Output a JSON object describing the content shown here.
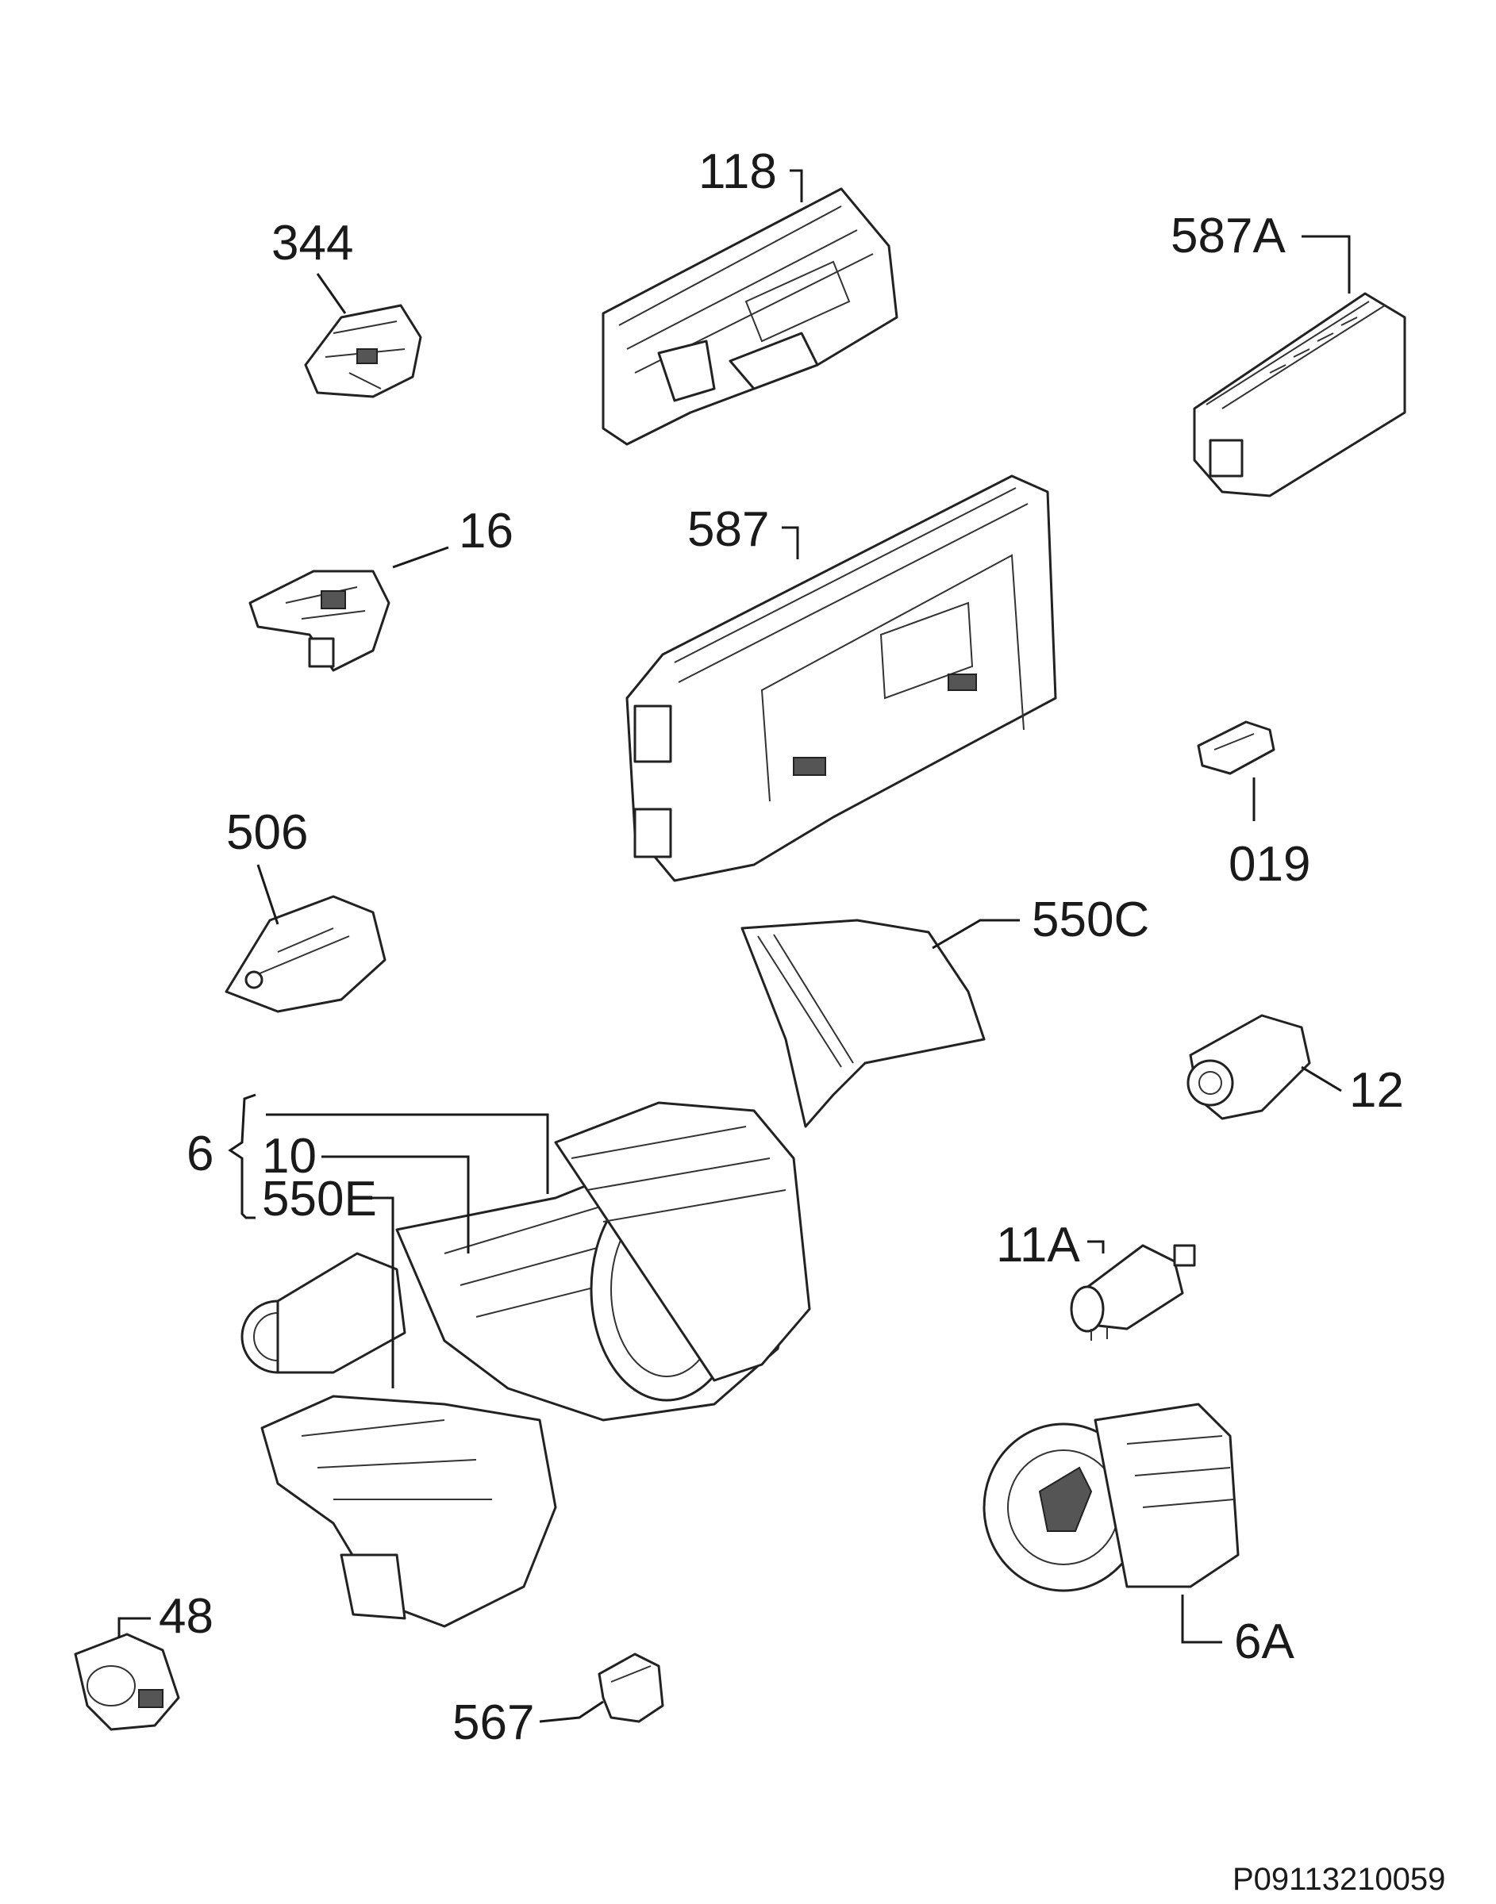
{
  "diagram": {
    "labels": {
      "p344": "344",
      "p118": "118",
      "p587a": "587A",
      "p16": "16",
      "p587": "587",
      "p019": "019",
      "p506": "506",
      "p550c": "550C",
      "p12": "12",
      "p6": "6",
      "p10": "10",
      "p550e": "550E",
      "p11a": "11A",
      "p48": "48",
      "p6a": "6A",
      "p567": "567"
    },
    "document_id": "P09113210059"
  }
}
